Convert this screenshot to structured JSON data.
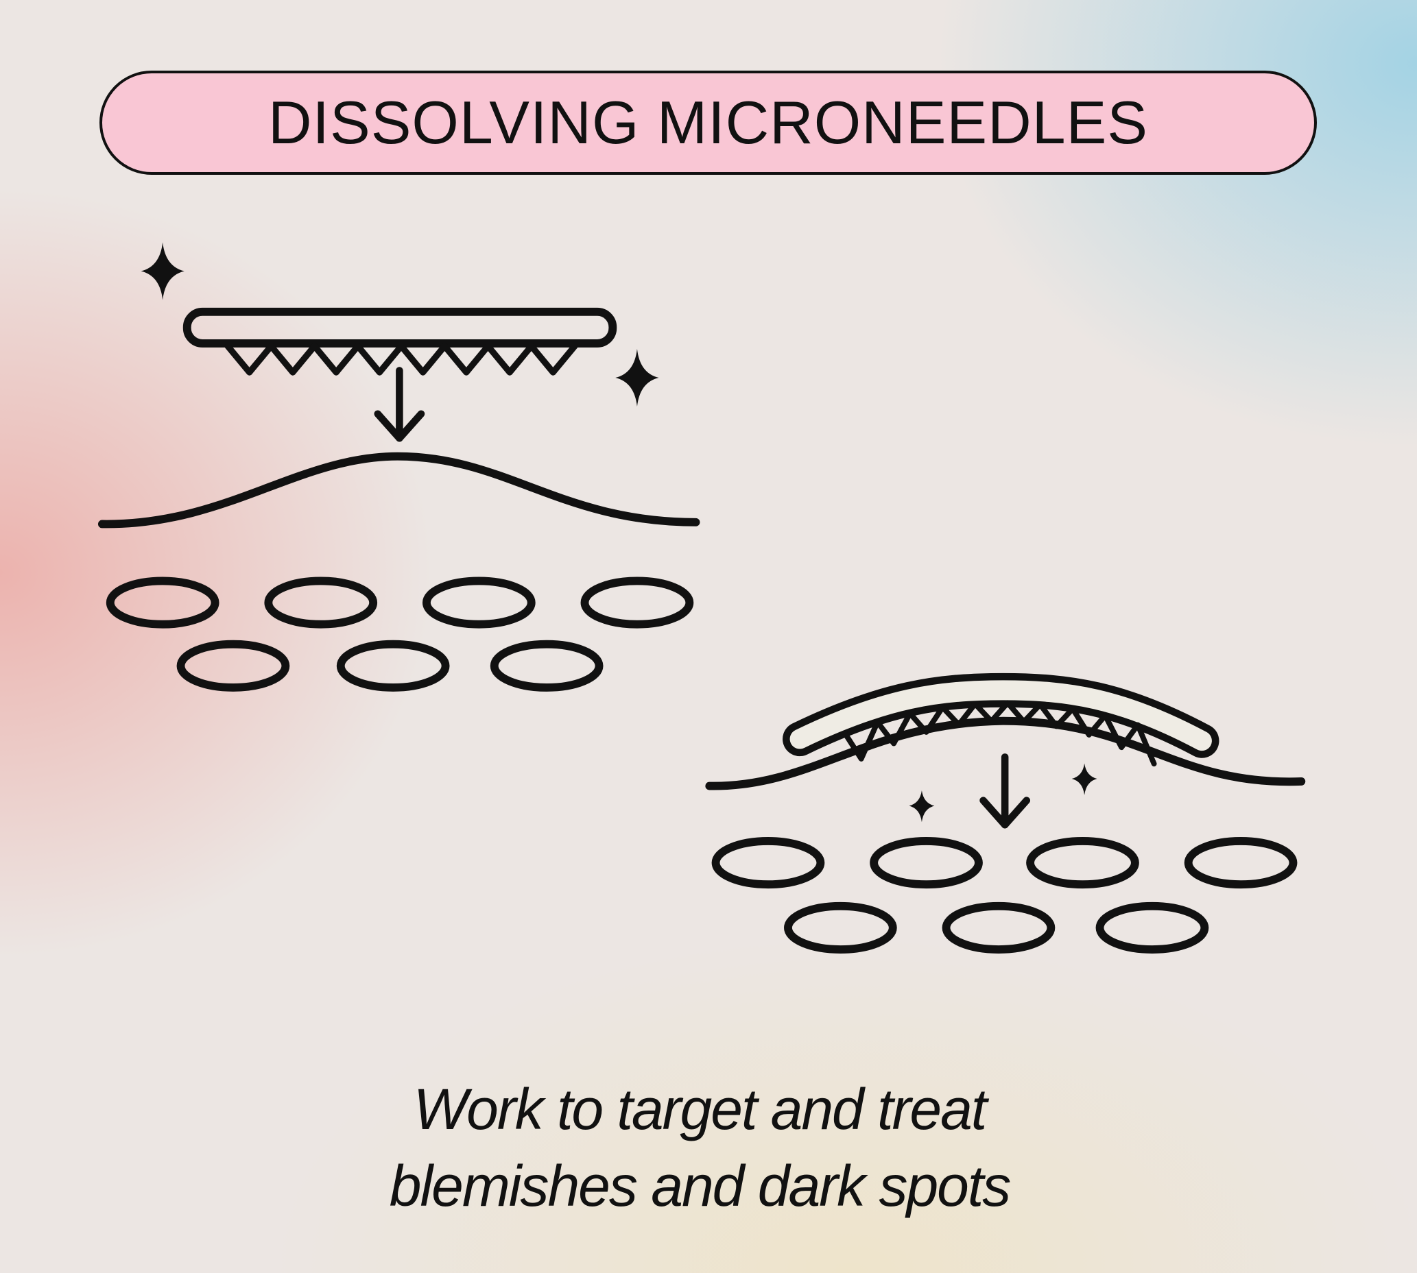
{
  "title": "DISSOLVING MICRONEEDLES",
  "caption": {
    "line1": "Work to target and treat",
    "line2": "blemishes and dark spots"
  },
  "colors": {
    "title_fill": "#f9c6d4",
    "ink": "#111111"
  }
}
